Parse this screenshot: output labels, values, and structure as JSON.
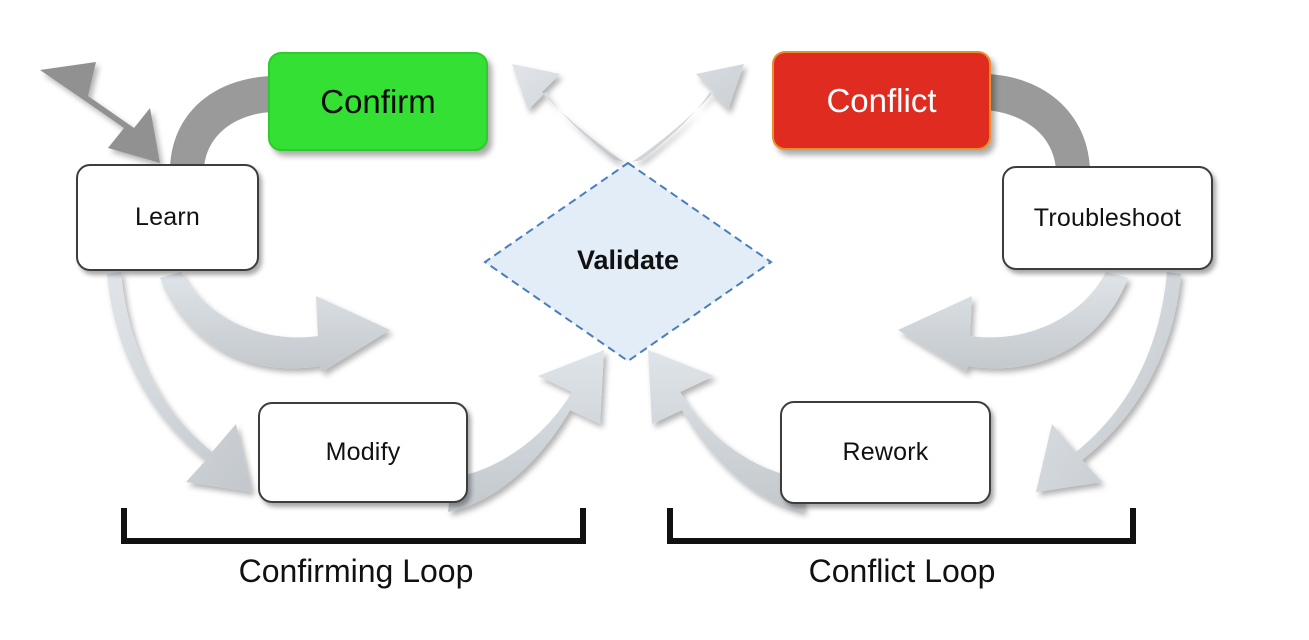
{
  "diagram": {
    "title": "Confirming Loop / Conflict Loop validation cycle",
    "background_color": "#ffffff",
    "nodes": {
      "learn": {
        "label": "Learn",
        "shape": "rounded-rect",
        "fill": "#ffffff",
        "text_color": "#111111"
      },
      "confirm": {
        "label": "Confirm",
        "shape": "rounded-rect",
        "fill": "#33e033",
        "text_color": "#0a0a0a",
        "border_color": "#2ecb2e"
      },
      "conflict": {
        "label": "Conflict",
        "shape": "rounded-rect",
        "fill": "#e02b20",
        "text_color": "#ffffff",
        "border_color": "#e8912b"
      },
      "troubleshoot": {
        "label": "Troubleshoot",
        "shape": "rounded-rect",
        "fill": "#ffffff",
        "text_color": "#111111"
      },
      "modify": {
        "label": "Modify",
        "shape": "rounded-rect",
        "fill": "#ffffff",
        "text_color": "#111111"
      },
      "rework": {
        "label": "Rework",
        "shape": "rounded-rect",
        "fill": "#ffffff",
        "text_color": "#111111"
      },
      "validate": {
        "label": "Validate",
        "shape": "diamond",
        "fill": "#e2edf8",
        "border_color": "#4a7ebb",
        "border_style": "dashed",
        "text_color": "#111111"
      }
    },
    "brackets": {
      "left": {
        "label": "Confirming Loop"
      },
      "right": {
        "label": "Conflict Loop"
      }
    },
    "connectors": [
      {
        "name": "entry-arrow",
        "from": "",
        "to": "learn",
        "color": "#919191",
        "style": "block-arrow"
      },
      {
        "name": "learn-to-confirm",
        "from": "learn",
        "to": "confirm",
        "color": "#919191",
        "style": "band"
      },
      {
        "name": "learn-to-modify",
        "from": "learn",
        "to": "modify",
        "color": "#c8c8c8",
        "style": "curved-arrow"
      },
      {
        "name": "learn-to-validate",
        "from": "learn",
        "to": "validate",
        "color": "#ccd3da",
        "style": "curved-arrow"
      },
      {
        "name": "modify-to-validate",
        "from": "modify",
        "to": "validate",
        "color": "#c8c8c8",
        "style": "curved-arrow"
      },
      {
        "name": "validate-to-confirm",
        "from": "validate",
        "to": "confirm",
        "color": "#ccd3da",
        "style": "curved-arrow"
      },
      {
        "name": "validate-to-conflict",
        "from": "validate",
        "to": "conflict",
        "color": "#ccd3da",
        "style": "curved-arrow"
      },
      {
        "name": "conflict-to-troubleshoot",
        "from": "conflict",
        "to": "troubleshoot",
        "color": "#919191",
        "style": "band"
      },
      {
        "name": "troubleshoot-to-rework",
        "from": "troubleshoot",
        "to": "rework",
        "color": "#c8c8c8",
        "style": "curved-arrow"
      },
      {
        "name": "troubleshoot-to-validate",
        "from": "troubleshoot",
        "to": "validate",
        "color": "#ccd3da",
        "style": "curved-arrow"
      },
      {
        "name": "rework-to-validate",
        "from": "rework",
        "to": "validate",
        "color": "#c8c8c8",
        "style": "curved-arrow"
      }
    ]
  }
}
